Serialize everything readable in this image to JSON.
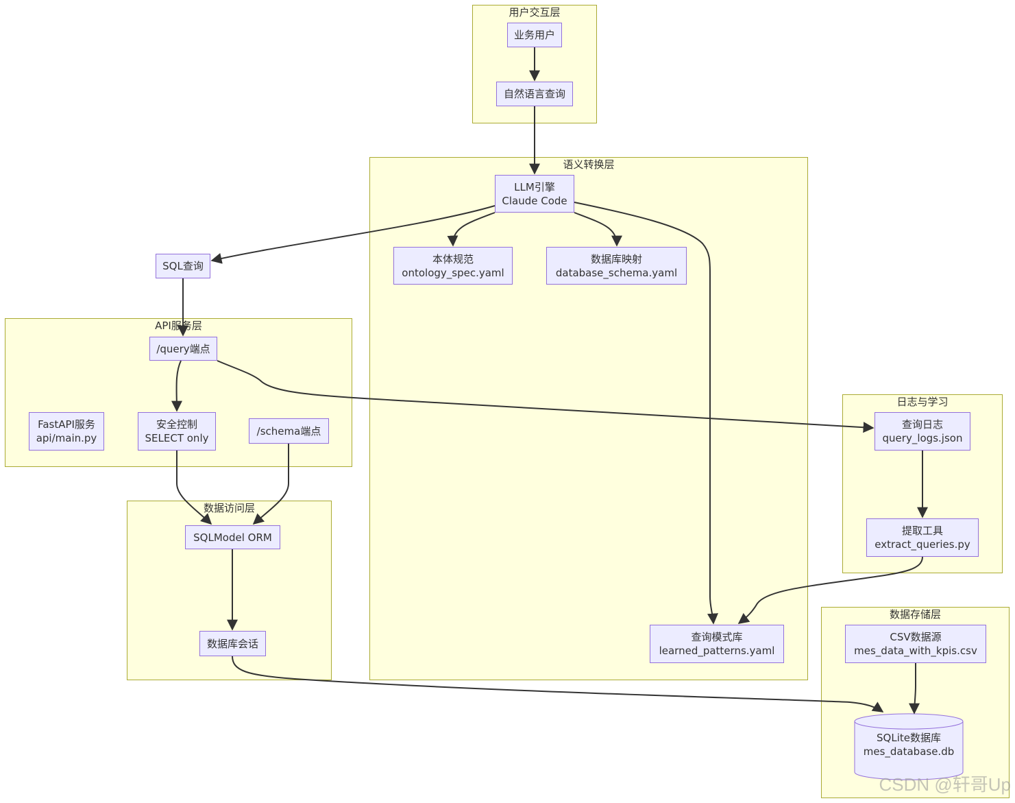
{
  "clusters": {
    "user": "用户交互层",
    "semantic": "语义转换层",
    "api": "API服务层",
    "data_access": "数据访问层",
    "log": "日志与学习",
    "storage": "数据存储层"
  },
  "nodes": {
    "business_user": {
      "line1": "业务用户"
    },
    "nl_query": {
      "line1": "自然语言查询"
    },
    "llm": {
      "line1": "LLM引擎",
      "line2": "Claude Code"
    },
    "ontology": {
      "line1": "本体规范",
      "line2": "ontology_spec.yaml"
    },
    "db_mapping": {
      "line1": "数据库映射",
      "line2": "database_schema.yaml"
    },
    "pattern_lib": {
      "line1": "查询模式库",
      "line2": "learned_patterns.yaml"
    },
    "sql_query": {
      "line1": "SQL查询"
    },
    "query_endpoint": {
      "line1": "/query端点"
    },
    "fastapi": {
      "line1": "FastAPI服务",
      "line2": "api/main.py"
    },
    "security": {
      "line1": "安全控制",
      "line2": "SELECT only"
    },
    "schema_endpoint": {
      "line1": "/schema端点"
    },
    "orm": {
      "line1": "SQLModel ORM"
    },
    "db_session": {
      "line1": "数据库会话"
    },
    "query_log": {
      "line1": "查询日志",
      "line2": "query_logs.json"
    },
    "extract_tool": {
      "line1": "提取工具",
      "line2": "extract_queries.py"
    },
    "csv_source": {
      "line1": "CSV数据源",
      "line2": "mes_data_with_kpis.csv"
    },
    "sqlite": {
      "line1": "SQLite数据库",
      "line2": "mes_database.db"
    }
  },
  "edges": [
    {
      "from": "business_user",
      "to": "nl_query"
    },
    {
      "from": "nl_query",
      "to": "llm"
    },
    {
      "from": "llm",
      "to": "sql_query"
    },
    {
      "from": "llm",
      "to": "ontology"
    },
    {
      "from": "llm",
      "to": "db_mapping"
    },
    {
      "from": "llm",
      "to": "pattern_lib"
    },
    {
      "from": "sql_query",
      "to": "query_endpoint"
    },
    {
      "from": "query_endpoint",
      "to": "security"
    },
    {
      "from": "query_endpoint",
      "to": "query_log"
    },
    {
      "from": "security",
      "to": "orm"
    },
    {
      "from": "schema_endpoint",
      "to": "orm"
    },
    {
      "from": "orm",
      "to": "db_session"
    },
    {
      "from": "db_session",
      "to": "sqlite"
    },
    {
      "from": "query_log",
      "to": "extract_tool"
    },
    {
      "from": "extract_tool",
      "to": "pattern_lib"
    },
    {
      "from": "csv_source",
      "to": "sqlite"
    }
  ],
  "colors": {
    "cluster_fill": "#ffffde",
    "cluster_border": "#aaaa33",
    "node_fill": "#ececff",
    "node_border": "#9370db",
    "edge": "#333333"
  },
  "watermark": "CSDN @轩哥Up"
}
